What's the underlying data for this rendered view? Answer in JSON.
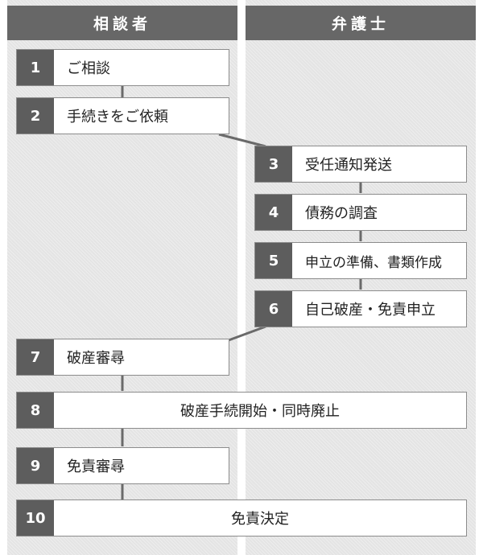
{
  "lanes": {
    "client": "相談者",
    "lawyer": "弁護士"
  },
  "steps": [
    {
      "num": "1",
      "label": "ご相談"
    },
    {
      "num": "2",
      "label": "手続きをご依頼"
    },
    {
      "num": "3",
      "label": "受任通知発送"
    },
    {
      "num": "4",
      "label": "債務の調査"
    },
    {
      "num": "5",
      "label": "申立の準備、書類作成"
    },
    {
      "num": "6",
      "label": "自己破産・免責申立"
    },
    {
      "num": "7",
      "label": "破産審尋"
    },
    {
      "num": "8",
      "label": "破産手続開始・同時廃止"
    },
    {
      "num": "9",
      "label": "免責審尋"
    },
    {
      "num": "10",
      "label": "免責決定"
    }
  ],
  "colors": {
    "header": "#676767",
    "number_box": "#5d5d5d",
    "lane_bg": "#e4e4e4",
    "connector": "#6a6a6a"
  }
}
